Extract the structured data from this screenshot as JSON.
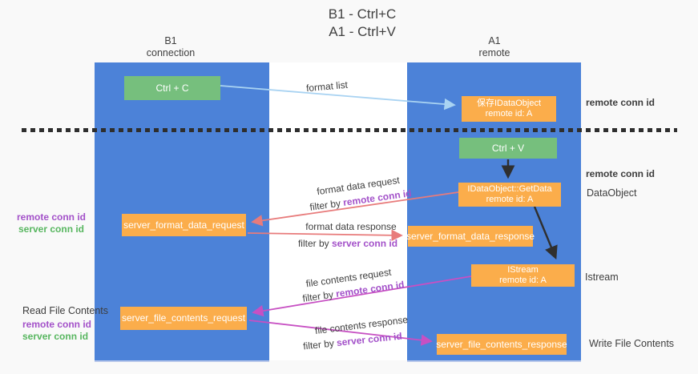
{
  "title": {
    "line1": "B1 - Ctrl+C",
    "line2": "A1 - Ctrl+V"
  },
  "lifelines": {
    "left": {
      "name": "B1",
      "subtitle": "connection"
    },
    "right": {
      "name": "A1",
      "subtitle": "remote"
    }
  },
  "nodes": {
    "ctrl_c": {
      "label": "Ctrl + C"
    },
    "ctrl_v": {
      "label": "Ctrl + V"
    },
    "save_idataobject": {
      "line1": "保存IDataObject",
      "line2": "remote id: A"
    },
    "idataobject_getdata": {
      "line1": "IDataObject::GetData",
      "line2": "remote id: A"
    },
    "istream": {
      "line1": "IStream",
      "line2": "remote id: A"
    },
    "server_format_data_request": {
      "label": "server_format_data_request"
    },
    "server_format_data_response": {
      "label": "server_format_data_response"
    },
    "server_file_contents_request": {
      "label": "server_file_contents_request"
    },
    "server_file_contents_response": {
      "label": "server_file_contents_response"
    }
  },
  "messages": {
    "format_list": "format list",
    "format_data_request": "format data request",
    "format_data_response": "format data response",
    "file_contents_request": "file contents request",
    "file_contents_response": "file contents response",
    "filter_by": "filter by ",
    "remote_conn_id": "remote conn id",
    "server_conn_id": "server conn id"
  },
  "side_labels": {
    "right_remote_conn_id_top": "remote conn id",
    "right_remote_conn_id_mid": "remote conn id",
    "dataobject": "DataObject",
    "istream": "Istream",
    "write_file_contents": "Write File Contents",
    "left_remote_conn_id_top": "remote conn id",
    "left_server_conn_id_top": "server conn id",
    "read_file_contents": "Read File Contents",
    "left_remote_conn_id_bottom": "remote conn id",
    "left_server_conn_id_bottom": "server conn id"
  },
  "colors": {
    "lifeline_blue": "#4c82d8",
    "node_orange": "#fbad4b",
    "node_green": "#76bf7d",
    "arrow_red": "#e87b7b",
    "arrow_magenta": "#c750c3",
    "arrow_lightblue": "#a9d3f2",
    "arrow_black": "#2f2f2f",
    "text_purple": "#a351c9",
    "text_green": "#57b65f",
    "text_dark": "#3d3d3d",
    "background": "#f9f9f9"
  }
}
